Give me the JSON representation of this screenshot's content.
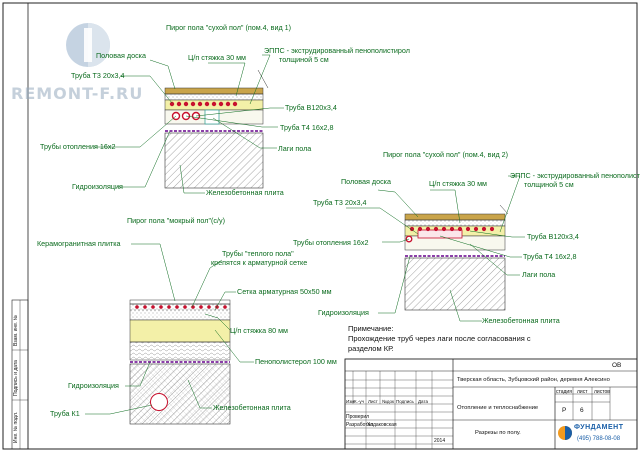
{
  "watermark": {
    "text": "REMONT-F.RU"
  },
  "section1": {
    "title": "Пирог пола \"сухой пол\" (пом.4, вид 1)",
    "labels": {
      "floor_board": "Половая доска",
      "screed": "Ц/п стяжка 30 мм",
      "epps_line1": "ЭППС - экструдированный пенополистирол",
      "epps_line2": "толщиной 5 см",
      "pipe_t3": "Труба Т3 20х3,4",
      "pipe_b1": "Труба В120х3,4",
      "pipe_t4": "Труба Т4 16х2,8",
      "heating_pipes": "Трубы отопления 16х2",
      "joists": "Лаги пола",
      "waterproofing": "Гидроизоляция",
      "slab": "Железобетонная плита"
    }
  },
  "section2": {
    "title": "Пирог пола \"сухой пол\" (пом.4, вид 2)",
    "labels": {
      "floor_board": "Половая доска",
      "screed": "Ц/п стяжка 30 мм",
      "epps_line1": "ЭППС - экструдированный пенополистирол",
      "epps_line2": "толщиной 5 см",
      "pipe_t3": "Труба Т3 20х3,4",
      "pipe_b1": "Труба В120х3,4",
      "pipe_t4": "Труба Т4 16х2,8",
      "heating_pipes": "Трубы отопления 16х2",
      "joists": "Лаги пола",
      "waterproofing": "Гидроизоляция",
      "slab": "Железобетонная плита"
    }
  },
  "section3": {
    "title": "Пирог пола \"мокрый пол\"(с/у)",
    "labels": {
      "tile": "Керамогранитная плитка",
      "warm_floor_line1": "Трубы  \"теплого пола\"",
      "warm_floor_line2": "крепятся к арматурной сетке",
      "mesh": "Сетка арматурная 50х50 мм",
      "screed": "Ц/п стяжка 80 мм",
      "polystyrene": "Пенополистерол 100 мм",
      "waterproofing": "Гидроизоляция",
      "pipe_k1": "Труба К1",
      "slab": "Железобетонная плита"
    }
  },
  "note": {
    "heading": "Примечание:",
    "line1": "Прохождение труб через лаги после согласования с",
    "line2": "разделом КР."
  },
  "title_block": {
    "sheet_code": "ОВ",
    "address": "Тверская область, Зубцовский район, деревня Алексино",
    "section": "Отопление и теплоснабжение",
    "drawing": "Разрезы по полу.",
    "year": "2014",
    "header_cols": [
      "Изм",
      "К.-уч",
      "Лист",
      "№док",
      "Подпись",
      "Дата"
    ],
    "checked": "Проверил",
    "developed": "Разработал",
    "developer_name": "Ходаковская",
    "stage_header": "стадия",
    "sheet_header": "лист",
    "sheets_header": "листов",
    "stage_value": "Р",
    "sheet_value": "6",
    "company": "ФУНДАМЕНТ",
    "phone": "(495) 788-08-08"
  },
  "side_stamp": {
    "items": [
      "Инв. № подл.",
      "Подпись и дата",
      "Взам. инв. №"
    ]
  },
  "colors": {
    "label_green": "#0b6b1e",
    "pipe_red": "#c8102e",
    "insulation_yellow": "#f3f0a8",
    "waterproofing_purple": "#8b3fa8",
    "hatch_gray": "#555555",
    "logo_blue": "#1a5fa8",
    "logo_orange": "#f29a1f"
  }
}
